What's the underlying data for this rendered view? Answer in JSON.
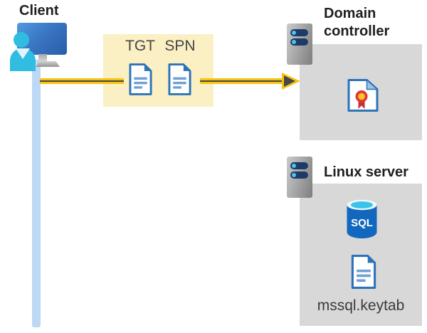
{
  "client": {
    "label": "Client"
  },
  "ticket_box": {
    "tgt_label": "TGT",
    "spn_label": "SPN"
  },
  "domain_controller": {
    "label": "Domain controller"
  },
  "linux_server": {
    "label": "Linux server",
    "sql_label": "SQL",
    "keytab_label": "mssql.keytab"
  },
  "colors": {
    "arrow_yellow": "#f7c410",
    "arrow_dark": "#474747",
    "ticket_box_yellow": "#faf0c3",
    "zone_gray": "#d8d8d8",
    "document_blue": "#2e73b8",
    "document_line_blue": "#6fa0d8",
    "user_cyan": "#31bce2",
    "monitor_blue": "#3a77c4",
    "connection_line_blue": "#bcd8f4",
    "server_navy": "#1e3a66",
    "server_led_cyan": "#4ac6ec",
    "sql_blue": "#1168be",
    "sql_top_cyan": "#3cc3e8",
    "certificate_red": "#dc3a36",
    "certificate_gold": "#ffc425",
    "heading_black": "#1f1f1f"
  },
  "icons": {
    "client": [
      "monitor-icon",
      "user-icon"
    ],
    "ticket_box": [
      "tgt-document-icon",
      "spn-document-icon"
    ],
    "domain_controller": [
      "server-icon",
      "certificate-icon"
    ],
    "linux_server": [
      "server-icon",
      "sql-database-icon",
      "keytab-document-icon"
    ],
    "flow": [
      "arrow-right-icon"
    ]
  }
}
